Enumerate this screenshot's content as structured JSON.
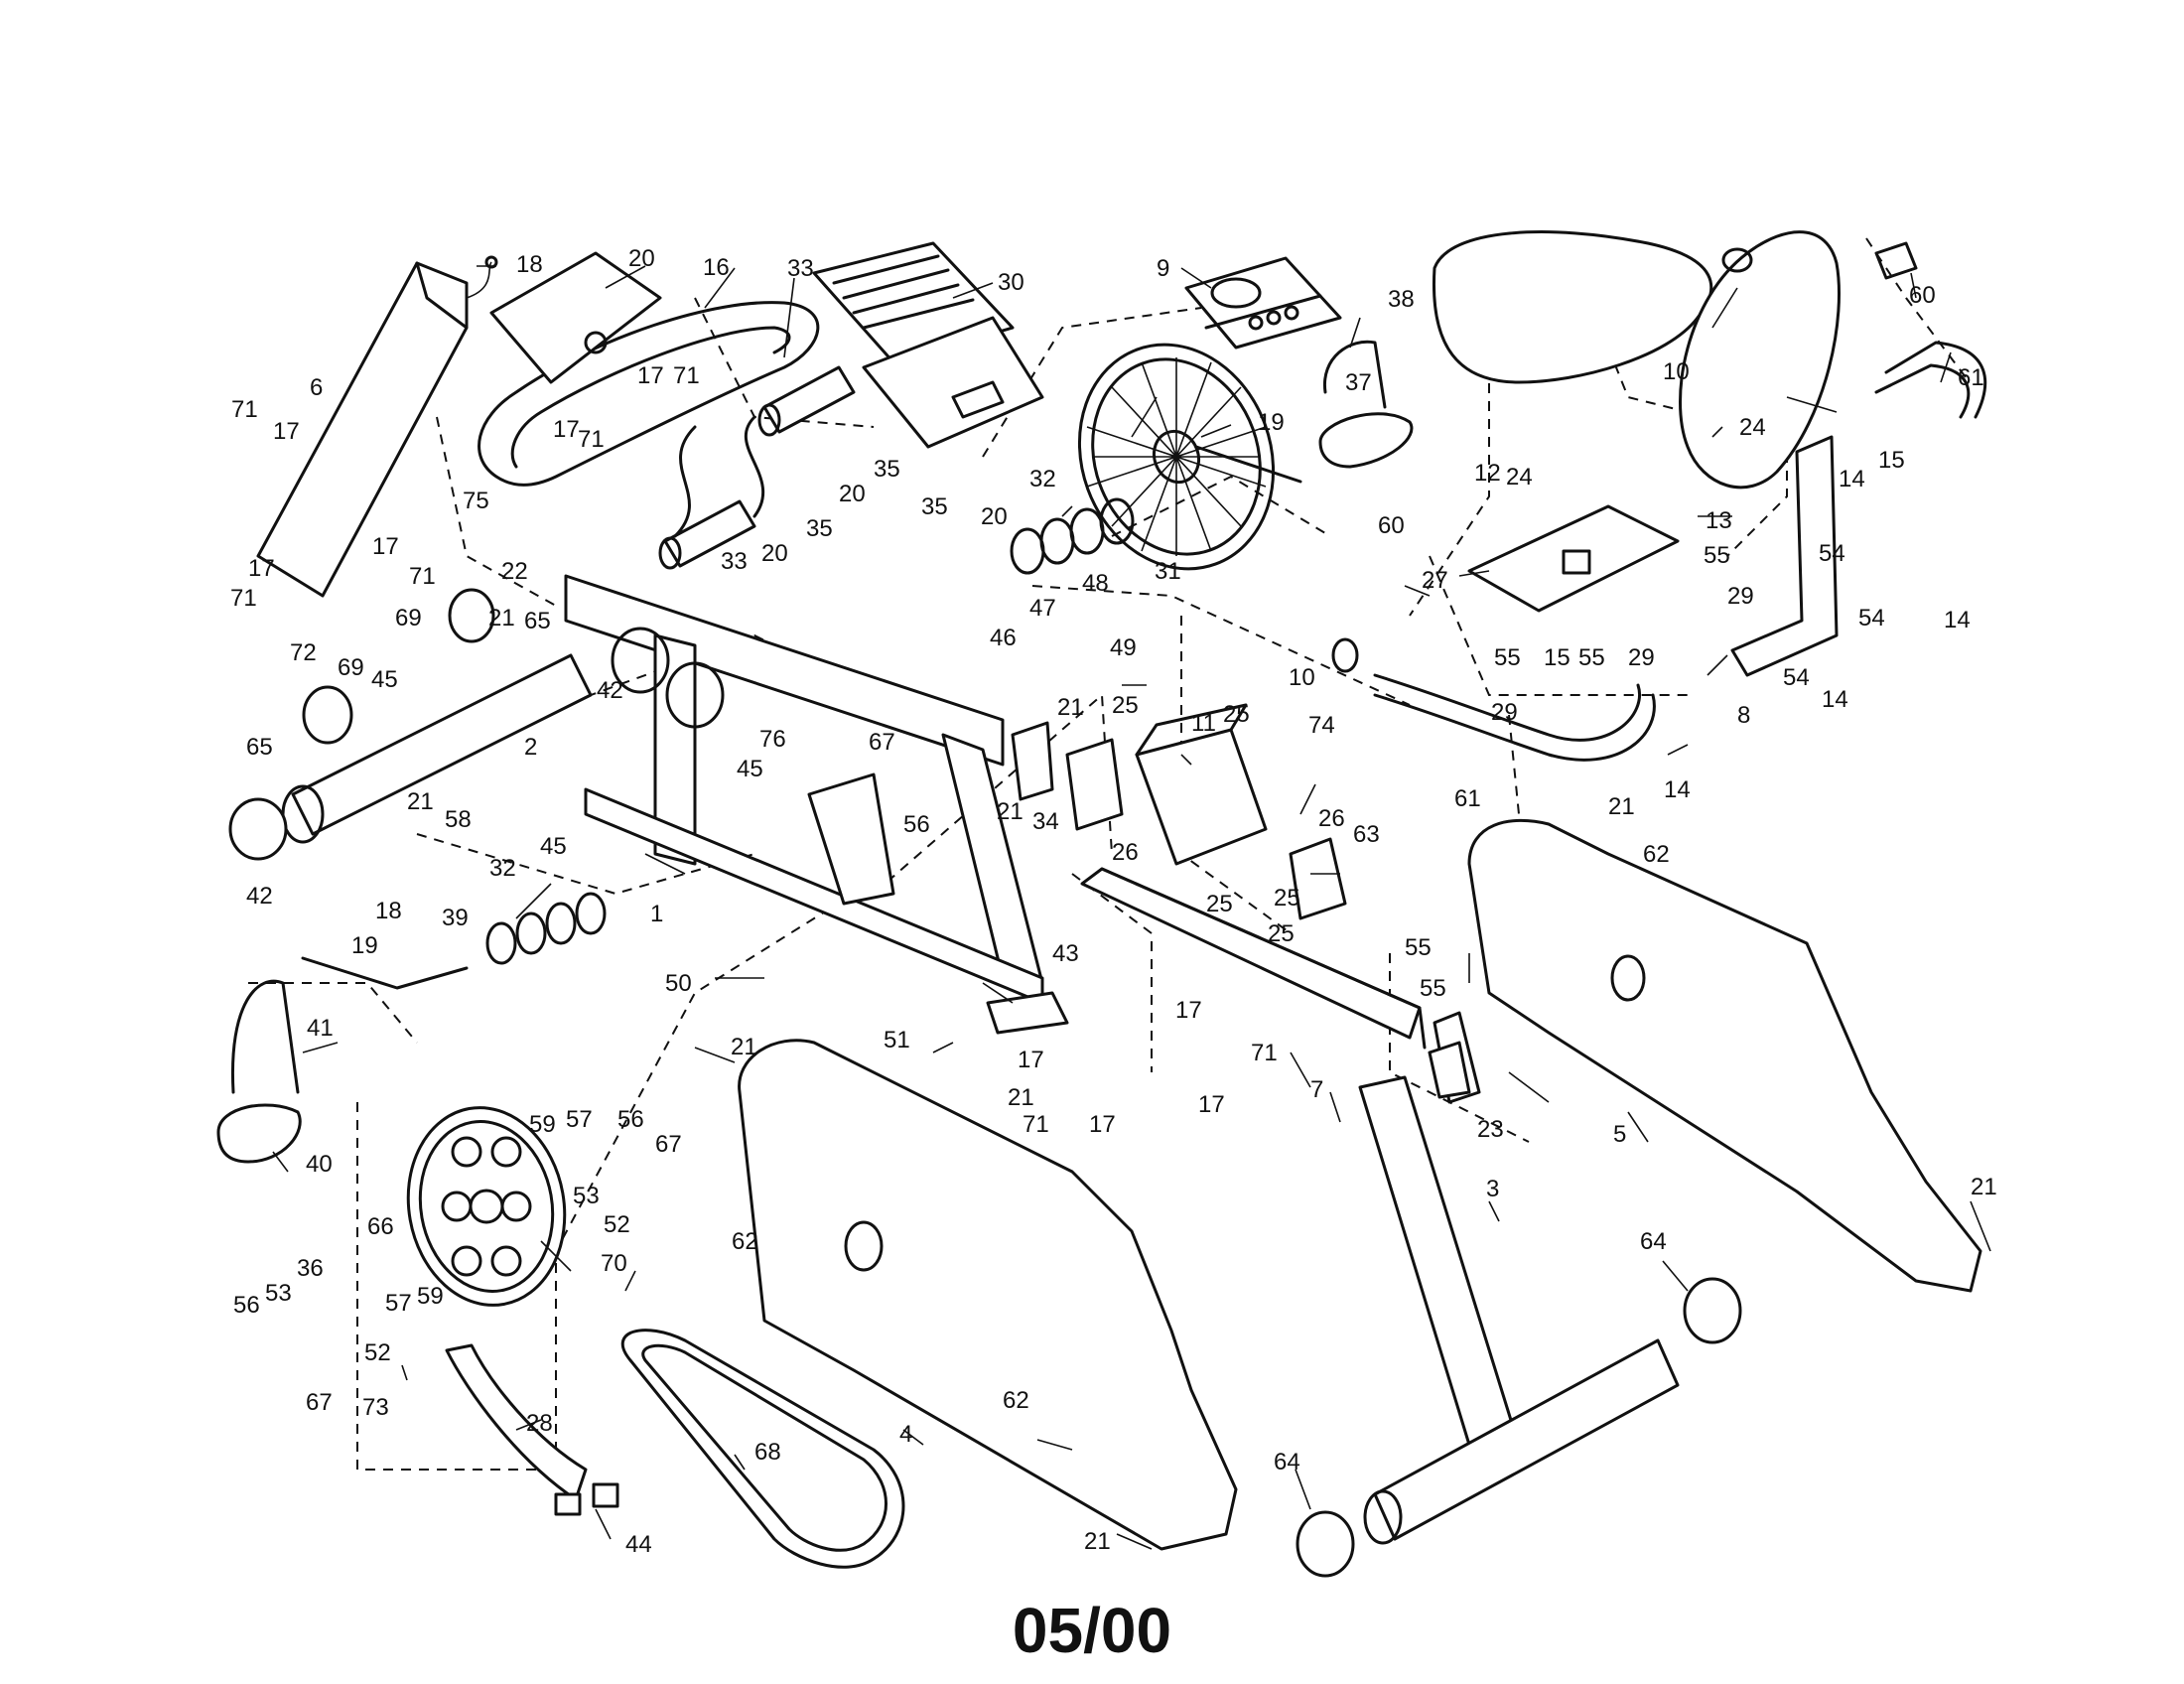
{
  "footer_date": "05/00",
  "callouts": [
    "1",
    "2",
    "3",
    "4",
    "5",
    "6",
    "7",
    "8",
    "9",
    "10",
    "11",
    "12",
    "13",
    "14",
    "15",
    "16",
    "17",
    "18",
    "19",
    "20",
    "21",
    "22",
    "23",
    "24",
    "25",
    "26",
    "27",
    "28",
    "29",
    "30",
    "31",
    "32",
    "33",
    "34",
    "35",
    "36",
    "37",
    "38",
    "39",
    "40",
    "41",
    "42",
    "43",
    "44",
    "45",
    "46",
    "47",
    "48",
    "49",
    "50",
    "51",
    "52",
    "53",
    "54",
    "55",
    "56",
    "57",
    "58",
    "59",
    "60",
    "61",
    "62",
    "63",
    "64",
    "65",
    "66",
    "67",
    "68",
    "69",
    "70",
    "71",
    "72",
    "73",
    "74",
    "75",
    "76"
  ]
}
